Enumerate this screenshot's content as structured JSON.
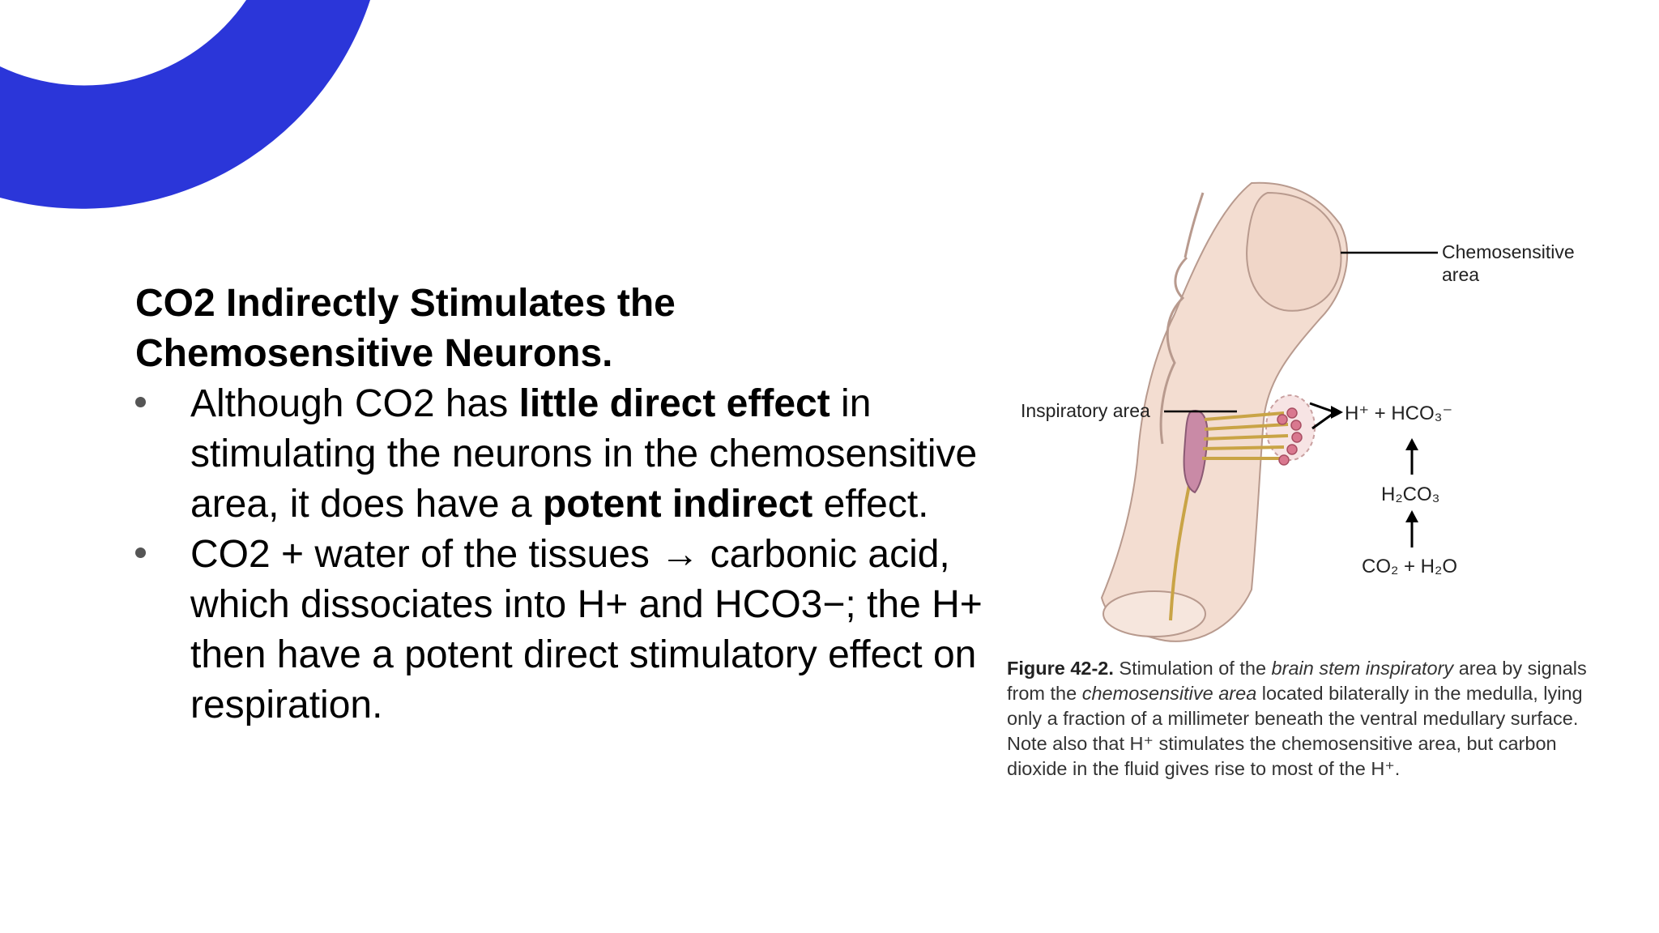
{
  "slide": {
    "title_line1": "CO2 Indirectly Stimulates the",
    "title_line2": "Chemosensitive Neurons.",
    "bullet1": {
      "t1": "Although CO2 has ",
      "b1": "little direct effect",
      "t2": " in stimulating the neurons in the chemosensitive area, it does have a ",
      "b2": "potent indirect",
      "t3": " effect."
    },
    "bullet2": {
      "text": "CO2 + water of the tissues → carbonic acid, which dissociates into H+ and HCO3−; the H+ then have a potent direct stimulatory effect on respiration."
    }
  },
  "figure": {
    "label_chemosensitive_1": "Chemosensitive",
    "label_chemosensitive_2": "area",
    "label_inspiratory": "Inspiratory area",
    "eq_top": "H⁺ + HCO₃⁻",
    "eq_mid": "H₂CO₃",
    "eq_bottom": "CO₂ + H₂O",
    "caption_label": "Figure 42-2.",
    "caption_t1": " Stimulation of the ",
    "caption_i1": "brain stem inspiratory",
    "caption_t2": " area by signals from the ",
    "caption_i2": "chemosensitive area",
    "caption_t3": " located bilaterally in the medulla, lying only a fraction of a millimeter beneath the ventral medullary surface. Note also that H⁺ stimulates the chemosensitive area, but carbon dioxide in the fluid gives rise to most of the H⁺."
  },
  "colors": {
    "accent_arc": "#2b36d9",
    "tissue": "#f3ddd1",
    "neuron": "#d9788f",
    "nerve": "#c9a446"
  }
}
